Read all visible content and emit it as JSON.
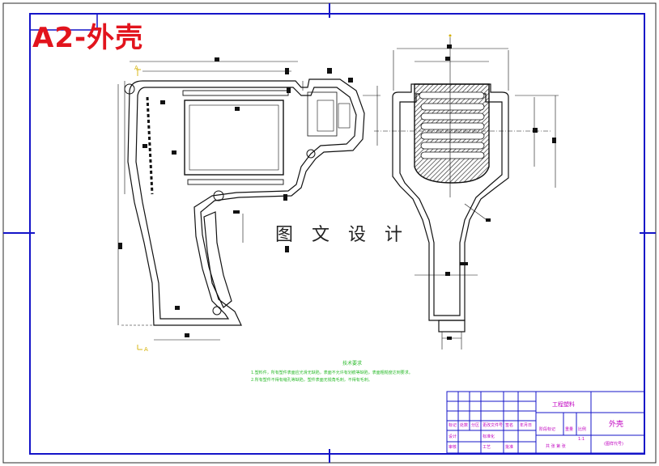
{
  "sheet": {
    "corner_title": "A2-外壳",
    "watermark": "图 文 设 计"
  },
  "technical_notes": {
    "title": "技术要求",
    "line1": "1.塑料件，所有塑件表面应光滑无缺陷，表面不允许有划痕等缺陷，表面粗糙度达到要求。",
    "line2": "2.所有塑件不得有缩孔等缺陷，塑件表面无锐角毛刺，不得有毛刺。"
  },
  "title_block": {
    "material_label": "工程塑料",
    "part_name": "外壳",
    "drawing_code": "(图样代号)",
    "scale_label": "比例",
    "scale_value": "1:1",
    "weight_label": "重量",
    "stage_label": "阶段标记",
    "sheets_label": "共 张 第 张",
    "designer_label": "设计",
    "checker_label": "审核",
    "craft_label": "工艺",
    "approve_label": "批准",
    "mark_label": "标记",
    "count_label": "处数",
    "zone_label": "分区",
    "change_label": "更改文件号",
    "sign_label": "签名",
    "date_label": "年月日",
    "std_label": "标准化"
  },
  "section_labels": {
    "top": "A",
    "bottom": "A"
  }
}
